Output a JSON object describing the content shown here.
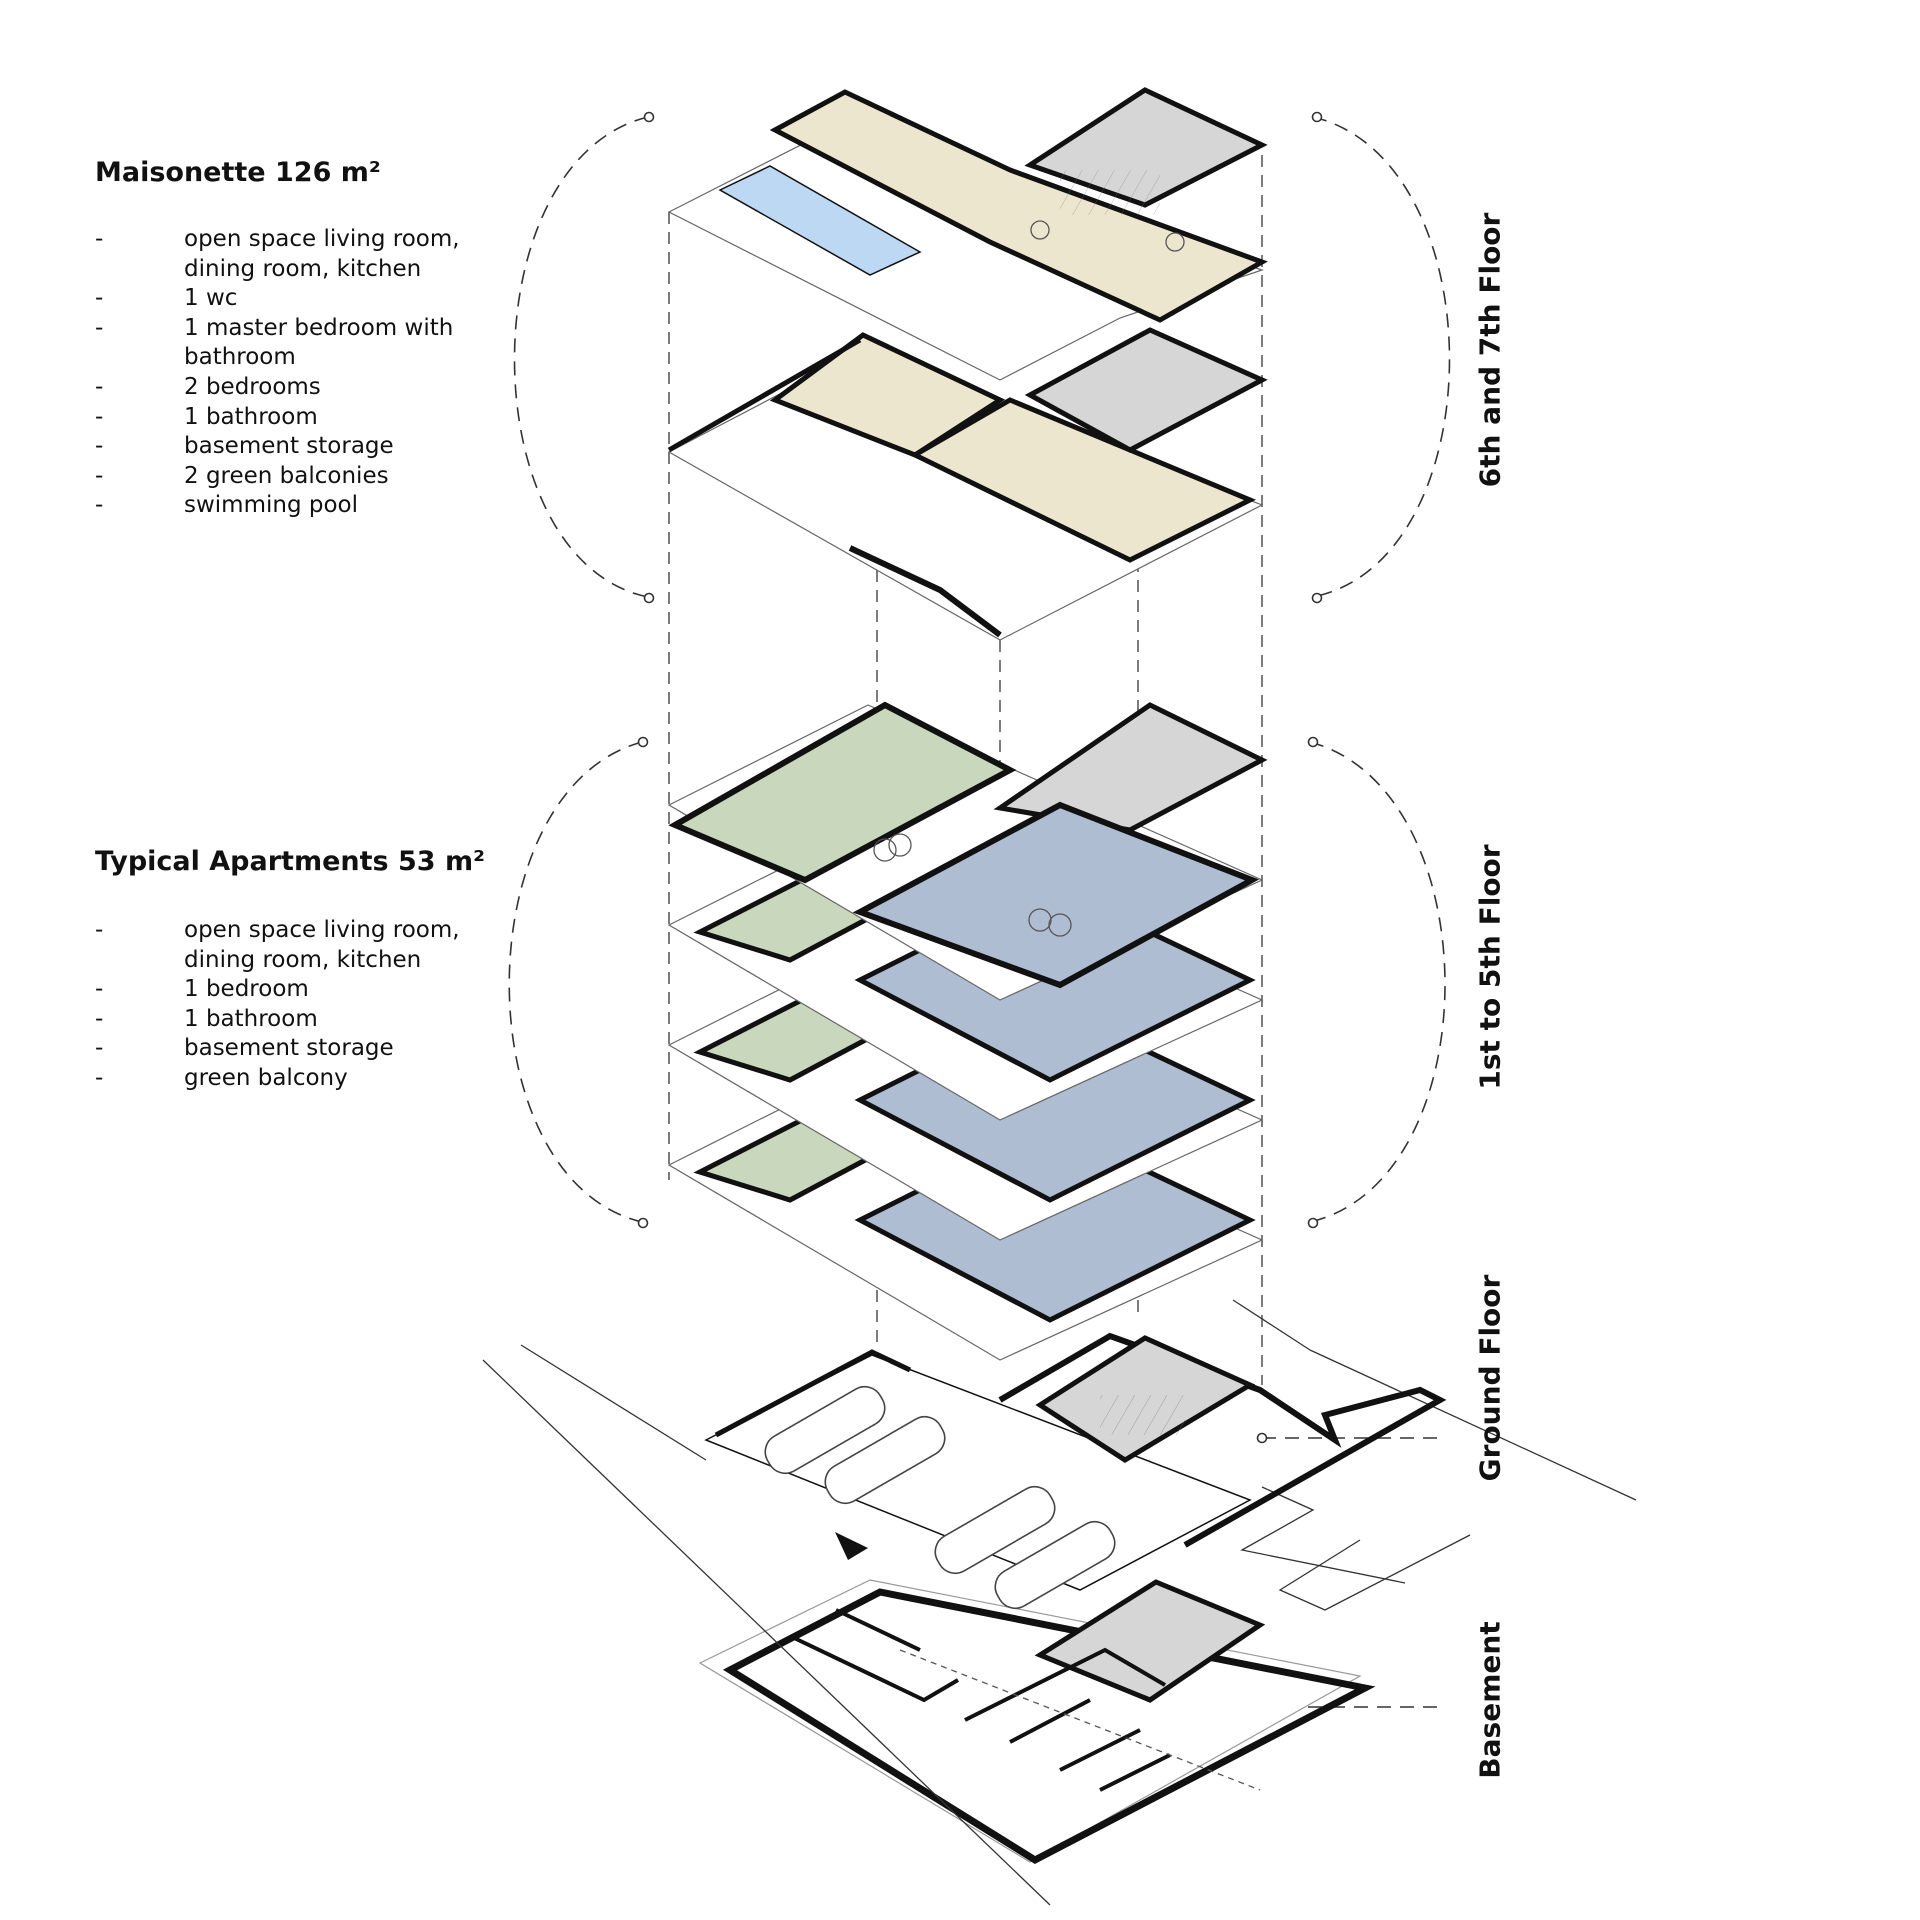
{
  "maisonette": {
    "title": "Maisonette 126 m²",
    "items": [
      "open space living room, dining room, kitchen",
      "1 wc",
      "1 master bedroom with bathroom",
      "2 bedrooms",
      "1 bathroom",
      "basement storage",
      "2 green balconies",
      "swimming pool"
    ]
  },
  "typical": {
    "title": "Typical Apartments 53 m²",
    "items": [
      "open space living room, dining room, kitchen",
      "1 bedroom",
      "1 bathroom",
      "basement storage",
      "green balcony"
    ]
  },
  "bullet": "-",
  "floor_labels": {
    "top": "6th and 7th Floor",
    "middle": "1st to 5th Floor",
    "ground": "Ground Floor",
    "basement": "Basement"
  },
  "colors": {
    "maisonette_fill": "#ede6cf",
    "apartment_a_fill": "#c9d7bd",
    "apartment_b_fill": "#aebdd2",
    "core_fill": "#d6d6d6",
    "pool_fill": "#bcd8f3",
    "wall": "#111111"
  }
}
